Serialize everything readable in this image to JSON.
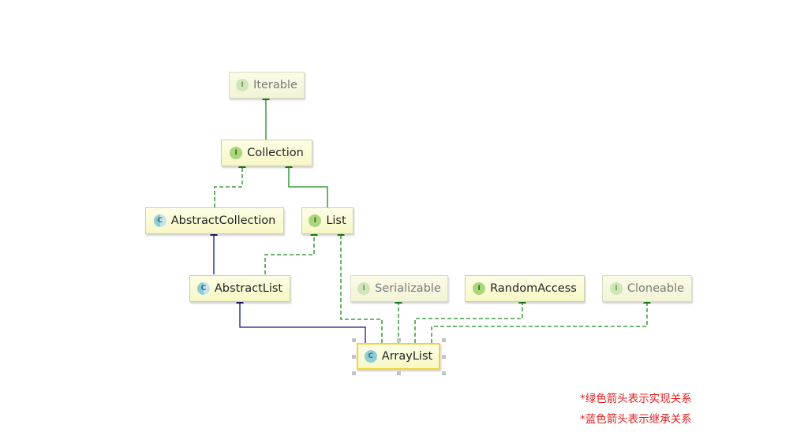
{
  "nodes": {
    "iterable": {
      "label": "Iterable",
      "kind": "I"
    },
    "collection": {
      "label": "Collection",
      "kind": "I"
    },
    "abstract_collection": {
      "label": "AbstractCollection",
      "kind": "C"
    },
    "list": {
      "label": "List",
      "kind": "I"
    },
    "abstract_list": {
      "label": "AbstractList",
      "kind": "C"
    },
    "serializable": {
      "label": "Serializable",
      "kind": "I"
    },
    "random_access": {
      "label": "RandomAccess",
      "kind": "I"
    },
    "cloneable": {
      "label": "Cloneable",
      "kind": "I"
    },
    "array_list": {
      "label": "ArrayList",
      "kind": "C"
    }
  },
  "colors": {
    "implements_arrow": "#1a8a1a",
    "extends_arrow": "#1a1a80",
    "legend_text": "#e02020"
  },
  "legend": {
    "green": "*绿色箭头表示实现关系",
    "blue": "*蓝色箭头表示继承关系"
  }
}
